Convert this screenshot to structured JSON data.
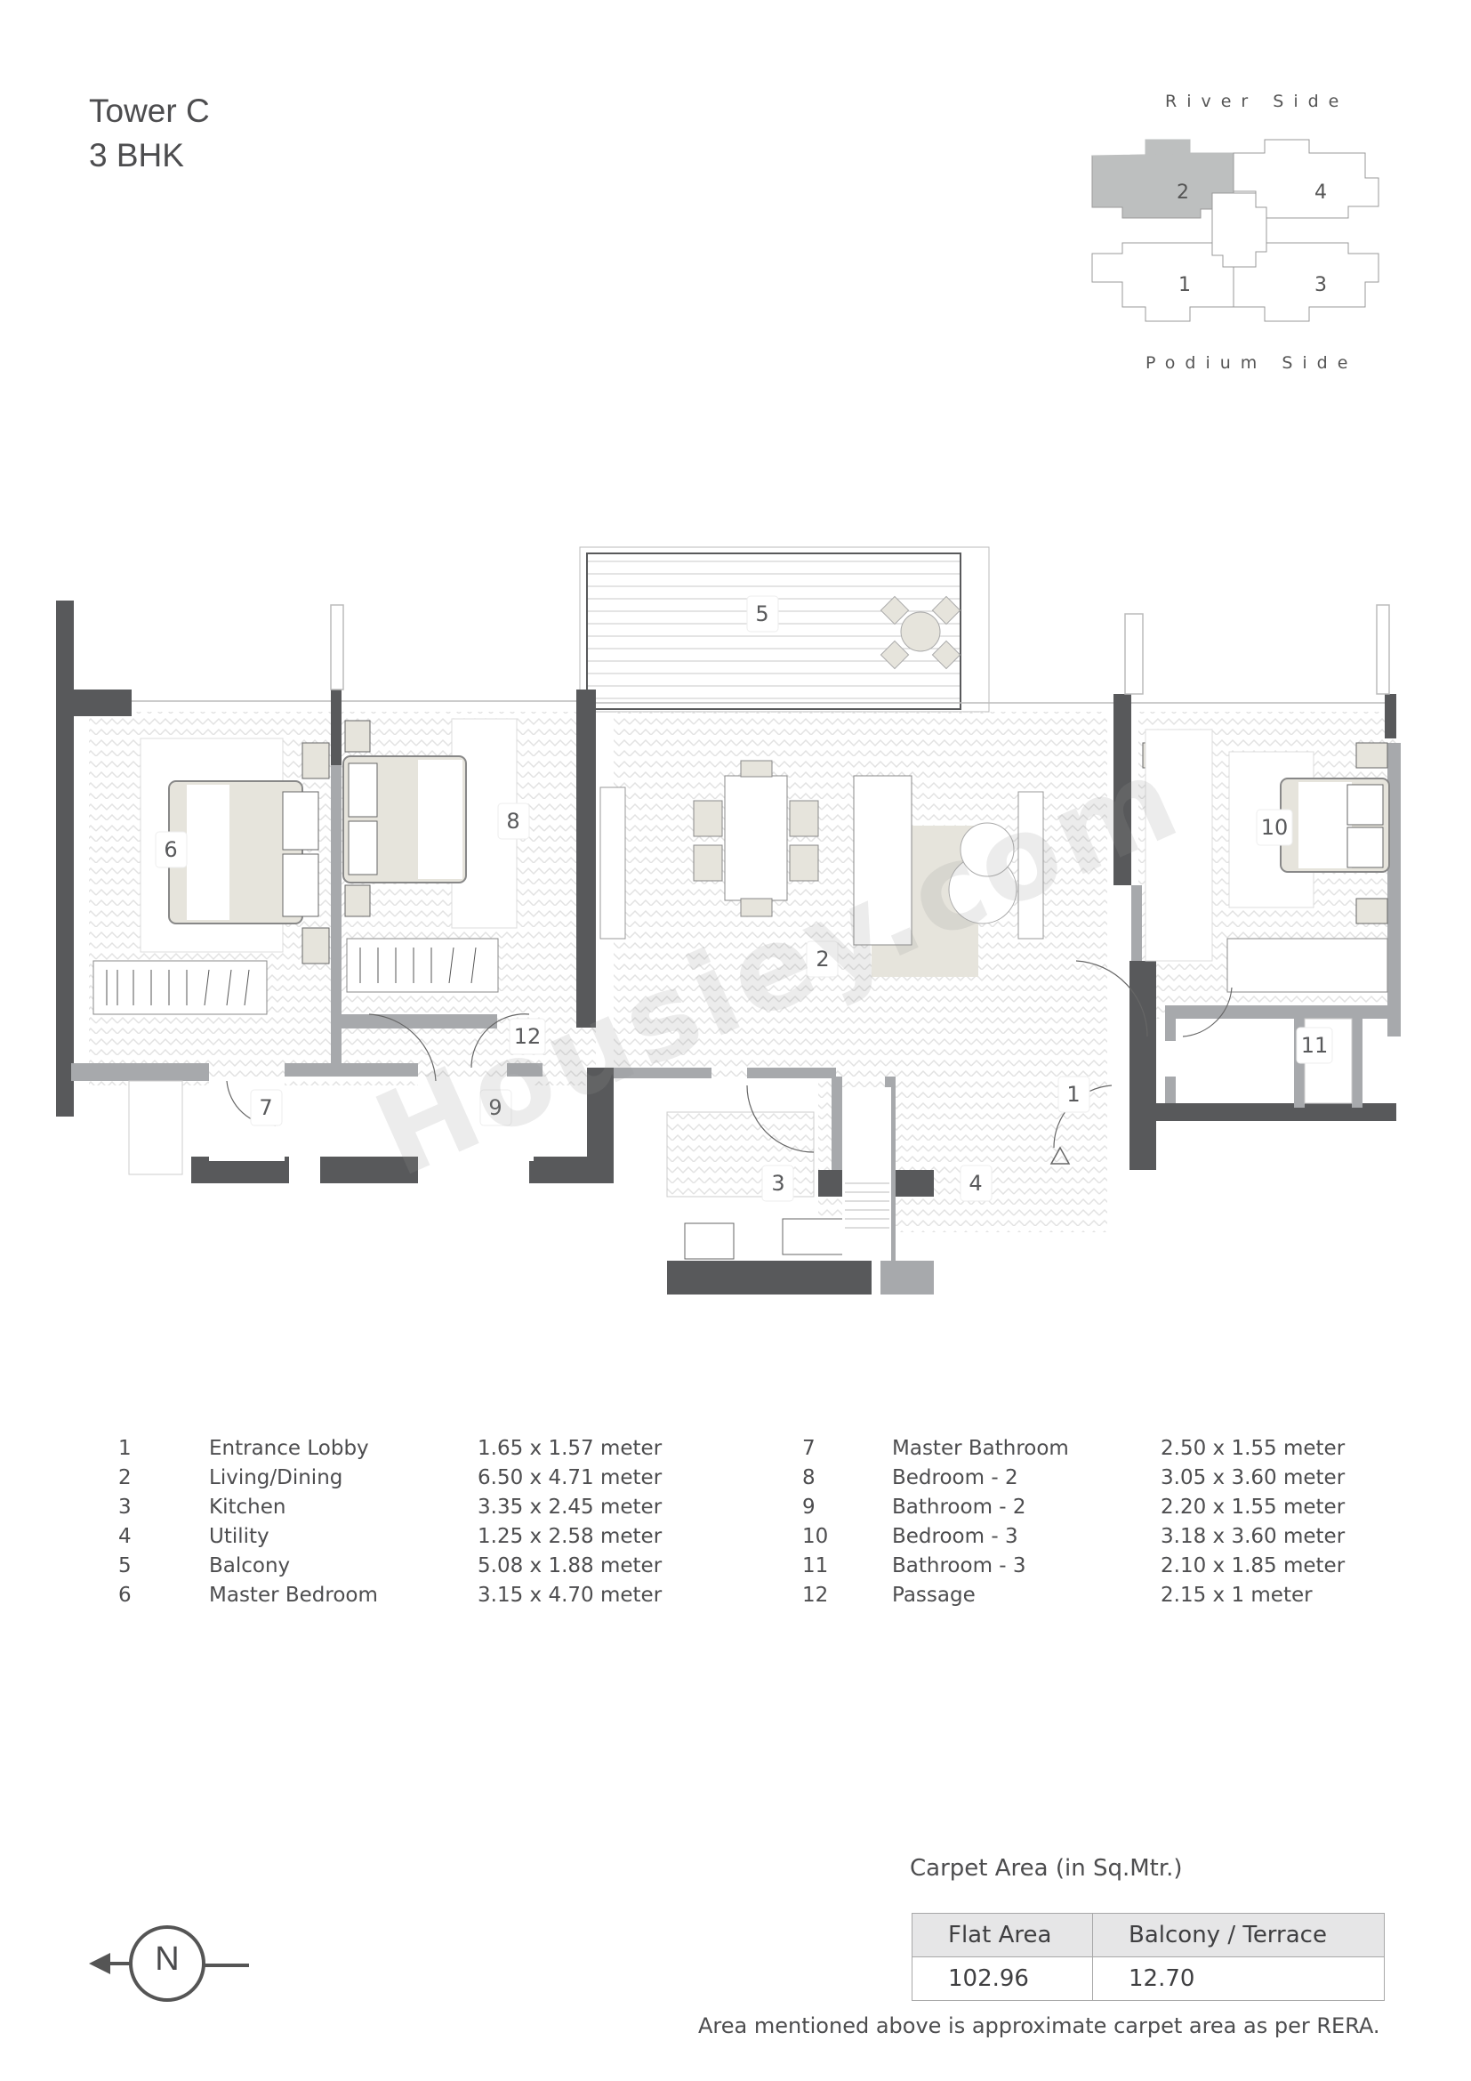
{
  "header": {
    "tower": "Tower C",
    "unit_type": "3 BHK"
  },
  "key_plan": {
    "top_label": "River Side",
    "bottom_label": "Podium Side",
    "units": [
      "1",
      "2",
      "3",
      "4"
    ],
    "highlighted_unit": "2",
    "highlight_color": "#bdbfbf"
  },
  "floor_plan": {
    "room_tags": {
      "r1": "1",
      "r2": "2",
      "r3": "3",
      "r4": "4",
      "r5": "5",
      "r6": "6",
      "r7": "7",
      "r8": "8",
      "r9": "9",
      "r10": "10",
      "r11": "11",
      "r12": "12"
    },
    "wall_color": "#58595b",
    "partition_color": "#a7a9ac",
    "accent_fill": "#e6e4dc"
  },
  "legend": {
    "left": [
      {
        "num": "1",
        "name": "Entrance Lobby",
        "size": "1.65 x 1.57 meter"
      },
      {
        "num": "2",
        "name": "Living/Dining",
        "size": "6.50 x 4.71 meter"
      },
      {
        "num": "3",
        "name": "Kitchen",
        "size": "3.35 x 2.45 meter"
      },
      {
        "num": "4",
        "name": "Utility",
        "size": "1.25 x 2.58 meter"
      },
      {
        "num": "5",
        "name": "Balcony",
        "size": "5.08 x 1.88 meter"
      },
      {
        "num": "6",
        "name": "Master Bedroom",
        "size": "3.15 x 4.70 meter"
      }
    ],
    "right": [
      {
        "num": "7",
        "name": "Master Bathroom",
        "size": "2.50 x 1.55 meter"
      },
      {
        "num": "8",
        "name": "Bedroom - 2",
        "size": "3.05 x 3.60 meter"
      },
      {
        "num": "9",
        "name": "Bathroom - 2",
        "size": "2.20 x 1.55 meter"
      },
      {
        "num": "10",
        "name": "Bedroom - 3",
        "size": "3.18 x 3.60 meter"
      },
      {
        "num": "11",
        "name": "Bathroom - 3",
        "size": "2.10 x 1.85 meter"
      },
      {
        "num": "12",
        "name": "Passage",
        "size": "2.15 x 1 meter"
      }
    ]
  },
  "carpet_area": {
    "title": "Carpet Area (in Sq.Mtr.)",
    "headers": [
      "Flat Area",
      "Balcony / Terrace"
    ],
    "values": [
      "102.96",
      "12.70"
    ],
    "disclaimer": "Area mentioned above is approximate carpet area as per RERA."
  },
  "compass": {
    "label": "N"
  },
  "watermark": "Housiey.com"
}
